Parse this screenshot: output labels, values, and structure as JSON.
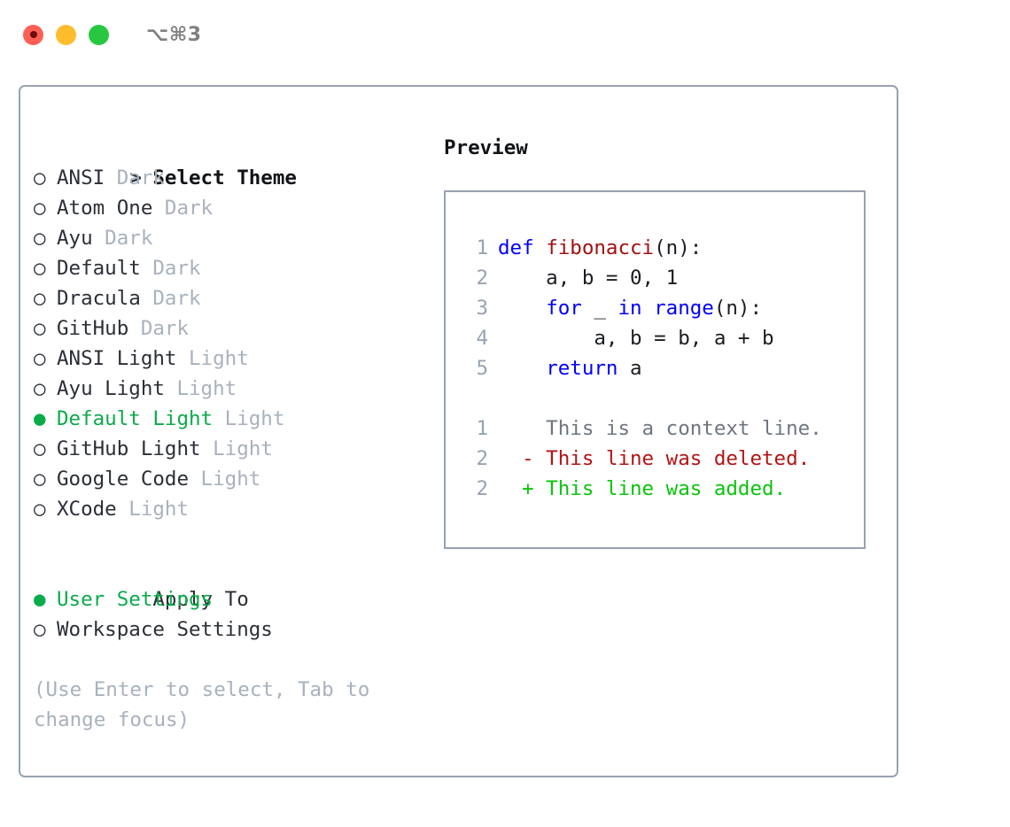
{
  "titlebar": {
    "shortcut": "⌥⌘3",
    "buttons": [
      {
        "name": "close",
        "color": "#ff5f56"
      },
      {
        "name": "minimize",
        "color": "#ffbd2e"
      },
      {
        "name": "zoom",
        "color": "#27c83f"
      }
    ]
  },
  "theme_picker": {
    "heading": "Select Theme",
    "heading_marker": ">",
    "marker_unselected": "○",
    "marker_selected": "●",
    "items": [
      {
        "label": "ANSI",
        "category": "Dark",
        "selected": false
      },
      {
        "label": "Atom One",
        "category": "Dark",
        "selected": false
      },
      {
        "label": "Ayu",
        "category": "Dark",
        "selected": false
      },
      {
        "label": "Default",
        "category": "Dark",
        "selected": false
      },
      {
        "label": "Dracula",
        "category": "Dark",
        "selected": false
      },
      {
        "label": "GitHub",
        "category": "Dark",
        "selected": false
      },
      {
        "label": "ANSI Light",
        "category": "Light",
        "selected": false
      },
      {
        "label": "Ayu Light",
        "category": "Light",
        "selected": false
      },
      {
        "label": "Default Light",
        "category": "Light",
        "selected": true
      },
      {
        "label": "GitHub Light",
        "category": "Light",
        "selected": false
      },
      {
        "label": "Google Code",
        "category": "Light",
        "selected": false
      },
      {
        "label": "XCode",
        "category": "Light",
        "selected": false
      }
    ]
  },
  "apply_to": {
    "heading": "Apply To",
    "items": [
      {
        "label": "User Settings",
        "selected": true
      },
      {
        "label": "Workspace Settings",
        "selected": false
      }
    ]
  },
  "hint": "(Use Enter to select, Tab to change focus)",
  "preview": {
    "title": "Preview",
    "code_lines": [
      {
        "num": "1",
        "tokens": [
          {
            "t": "def",
            "c": "kw"
          },
          {
            "t": " ",
            "c": "pl"
          },
          {
            "t": "fibonacci",
            "c": "fn"
          },
          {
            "t": "(n):",
            "c": "pl"
          }
        ]
      },
      {
        "num": "2",
        "tokens": [
          {
            "t": "    a, b = 0, 1",
            "c": "pl"
          }
        ]
      },
      {
        "num": "3",
        "tokens": [
          {
            "t": "    ",
            "c": "pl"
          },
          {
            "t": "for",
            "c": "kw"
          },
          {
            "t": " _ ",
            "c": "pl"
          },
          {
            "t": "in",
            "c": "kw"
          },
          {
            "t": " ",
            "c": "pl"
          },
          {
            "t": "range",
            "c": "kw"
          },
          {
            "t": "(n):",
            "c": "pl"
          }
        ]
      },
      {
        "num": "4",
        "tokens": [
          {
            "t": "        a, b = b, a + b",
            "c": "pl"
          }
        ]
      },
      {
        "num": "5",
        "tokens": [
          {
            "t": "    ",
            "c": "pl"
          },
          {
            "t": "return",
            "c": "kw"
          },
          {
            "t": " a",
            "c": "pl"
          }
        ]
      }
    ],
    "diff_lines": [
      {
        "num": "1",
        "sign": " ",
        "text": "This is a context line.",
        "kind": "context"
      },
      {
        "num": "2",
        "sign": "-",
        "text": "This line was deleted.",
        "kind": "deleted"
      },
      {
        "num": "2",
        "sign": "+",
        "text": "This line was added.",
        "kind": "added"
      }
    ]
  },
  "colors": {
    "selected_green": "#0aab4a",
    "added_green": "#0ac40a",
    "deleted_red": "#b31414",
    "keyword_blue": "#0000ff",
    "function_red": "#a01010",
    "muted_grey": "#a9b1bd",
    "border_slate": "#98a2b3"
  }
}
